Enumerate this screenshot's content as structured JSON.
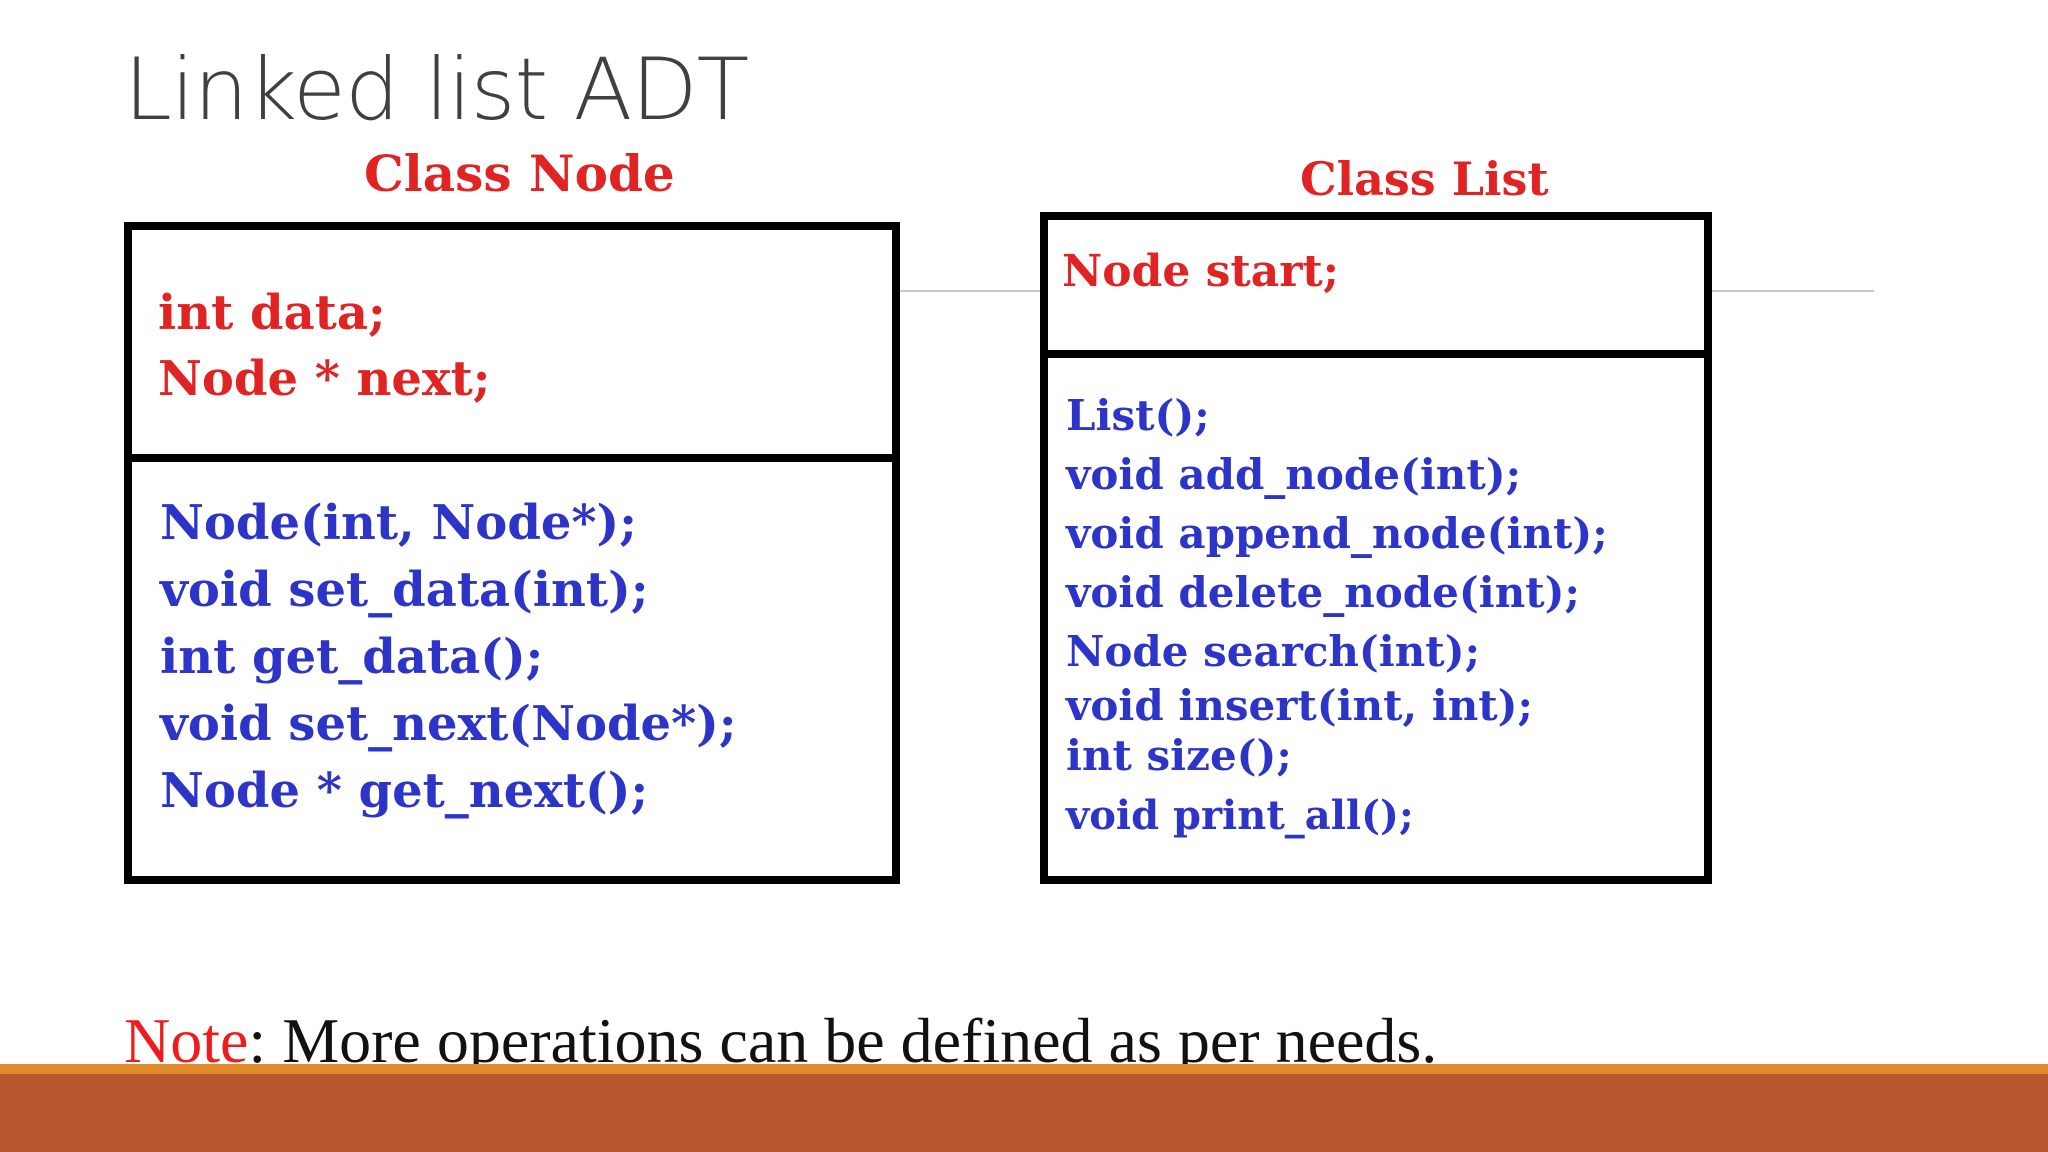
{
  "slide": {
    "title": "Linked list ADT"
  },
  "node_class": {
    "title": "Class Node",
    "attributes": [
      "int data;",
      "Node *  next;"
    ],
    "methods": [
      "Node(int, Node*);",
      "void set_data(int);",
      "int get_data();",
      "void set_next(Node*);",
      "Node * get_next();"
    ]
  },
  "list_class": {
    "title": "Class List",
    "attributes": [
      "Node start;"
    ],
    "methods": [
      "List();",
      "void add_node(int);",
      "void append_node(int);",
      "void delete_node(int);",
      "Node search(int);",
      "void insert(int, int);",
      "int size();",
      "void print_all();"
    ]
  },
  "note": {
    "label": "Note",
    "text": ": More operations can be defined as per needs."
  },
  "colors": {
    "attribute_text": "#e02424",
    "method_text": "#2d35c8",
    "note_label": "#ee1c1c",
    "footer_stripe": "#e08a2a",
    "footer_bar": "#b8582e"
  }
}
